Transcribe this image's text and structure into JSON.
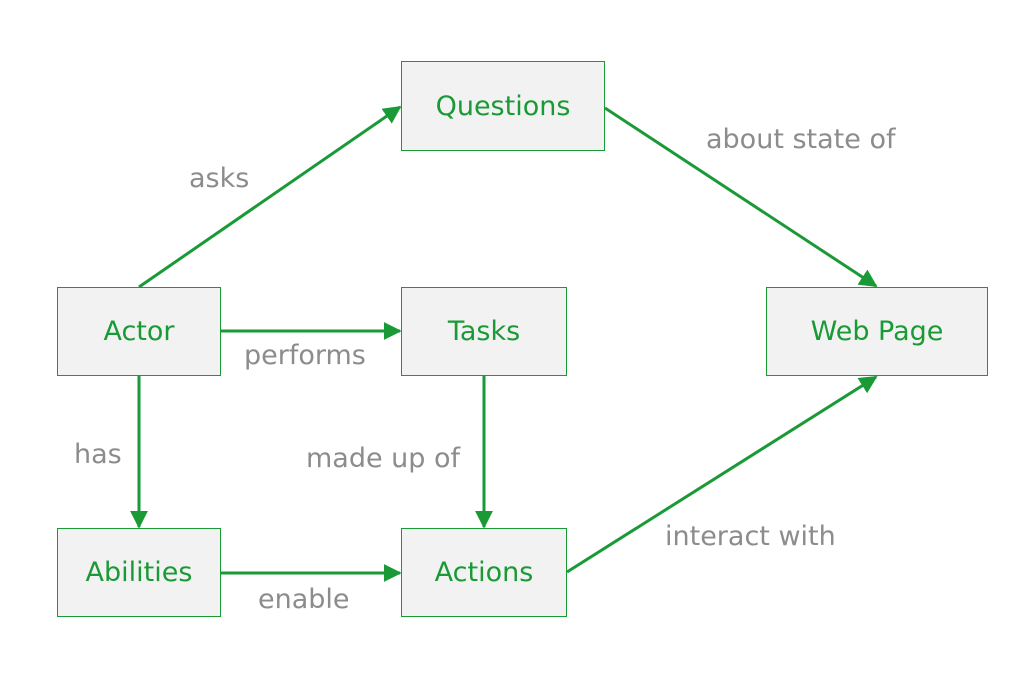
{
  "colors": {
    "node_fill": "#f2f2f2",
    "node_border": "#1a9a36",
    "node_text": "#1a9a36",
    "edge": "#1a9a36",
    "edge_label": "#8c8c8c"
  },
  "nodes": {
    "questions": "Questions",
    "actor": "Actor",
    "tasks": "Tasks",
    "web_page": "Web Page",
    "abilities": "Abilities",
    "actions": "Actions"
  },
  "edges": {
    "asks": "asks",
    "about_state_of": "about state of",
    "performs": "performs",
    "has": "has",
    "made_up_of": "made up of",
    "enable": "enable",
    "interact_with": "interact with"
  }
}
